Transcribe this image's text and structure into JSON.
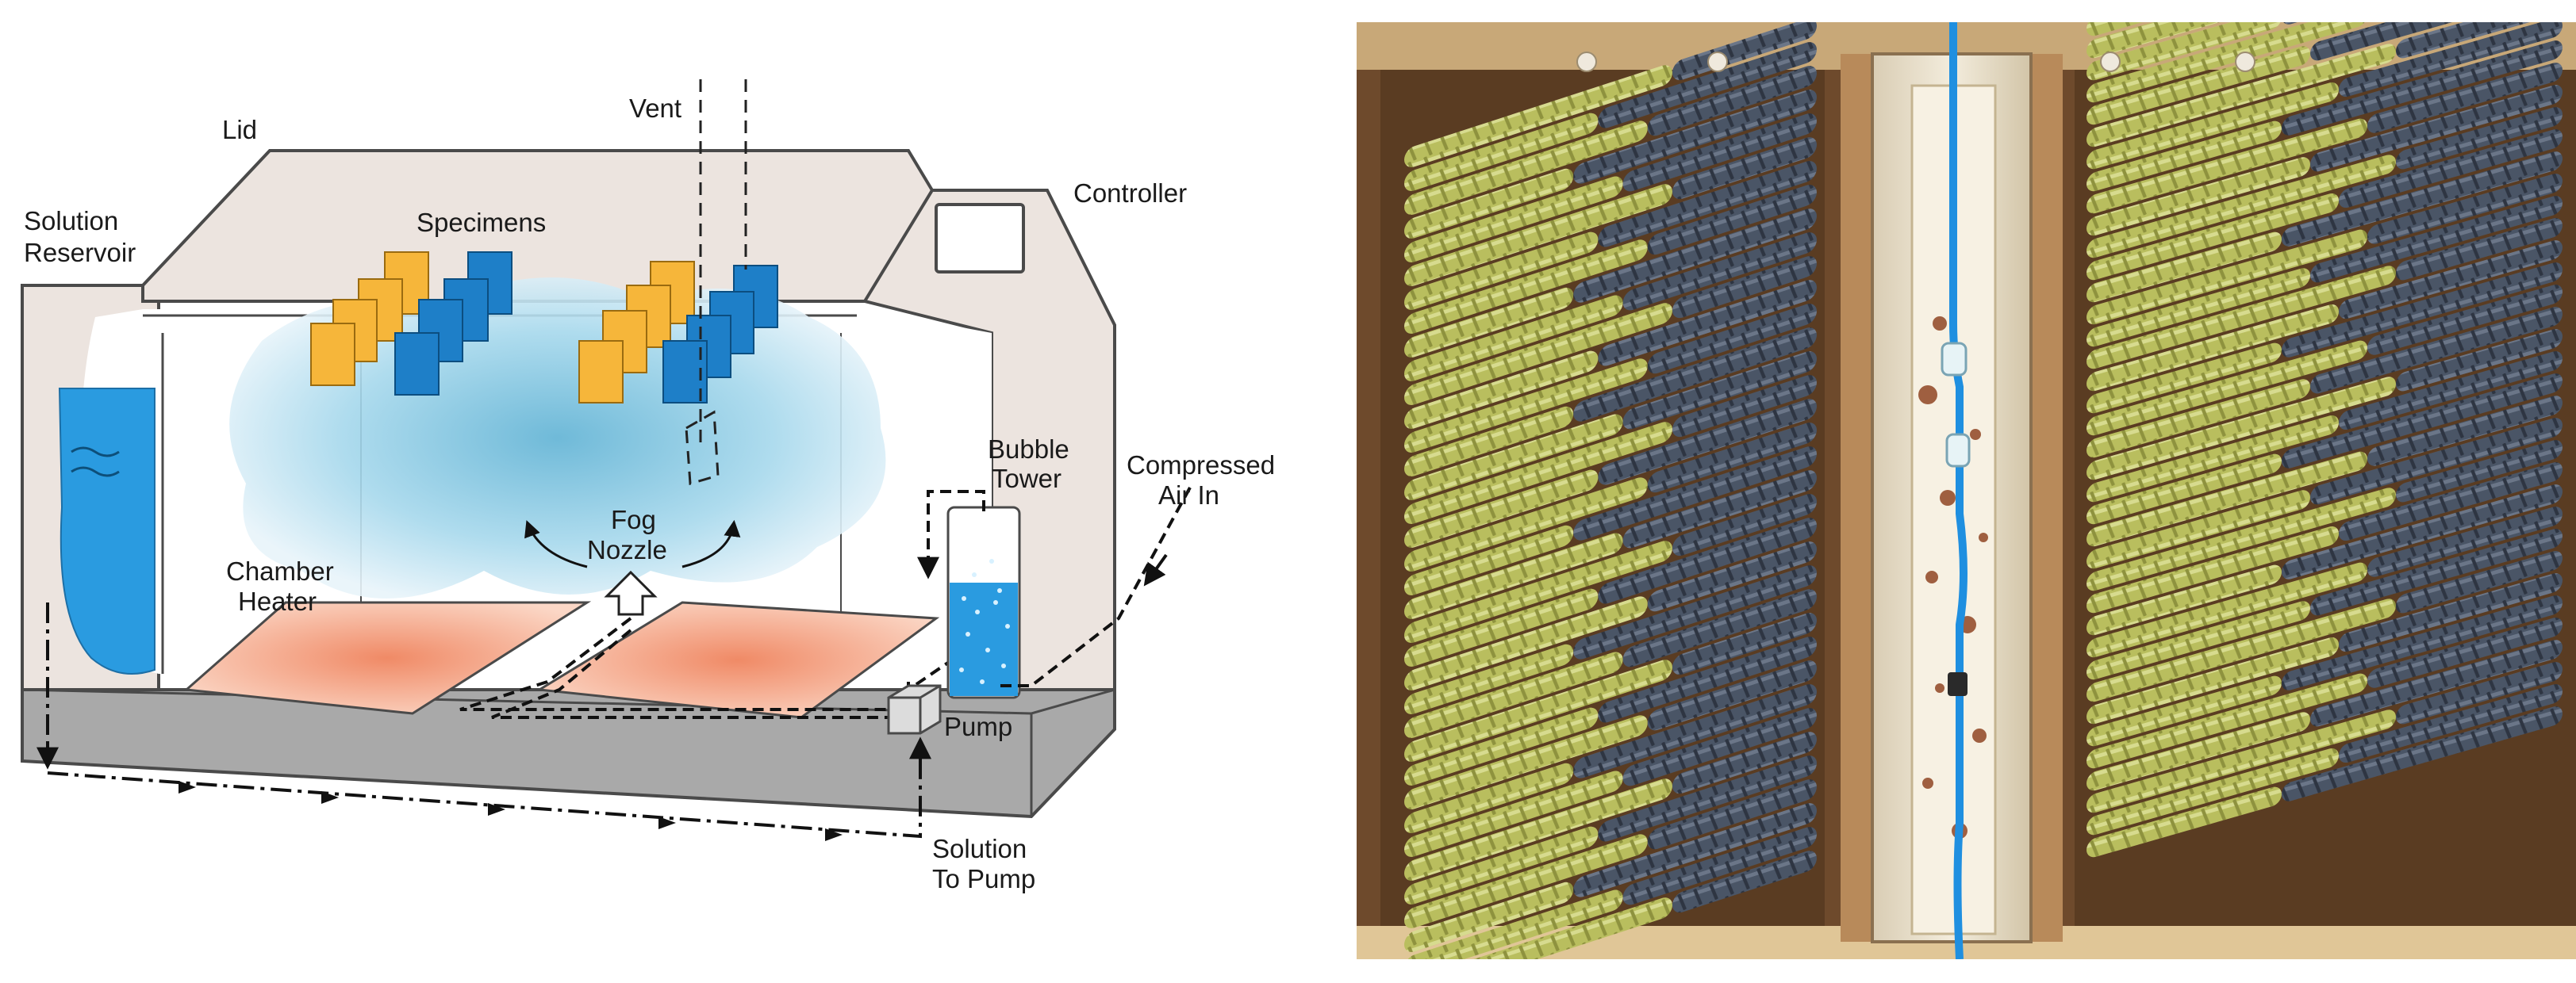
{
  "diagram": {
    "labels": {
      "lid": "Lid",
      "vent": "Vent",
      "controller": "Controller",
      "solution_reservoir_line1": "Solution",
      "solution_reservoir_line2": "Reservoir",
      "specimens": "Specimens",
      "bubble_tower_line1": "Bubble",
      "bubble_tower_line2": "Tower",
      "compressed_air_line1": "Compressed",
      "compressed_air_line2": "Air In",
      "fog_nozzle_line1": "Fog",
      "fog_nozzle_line2": "Nozzle",
      "chamber_heater_line1": "Chamber",
      "chamber_heater_line2": "Heater",
      "pump": "Pump",
      "solution_to_pump_line1": "Solution",
      "solution_to_pump_line2": "To Pump"
    },
    "colors": {
      "chamber": "#ece4df",
      "outline": "#4a4a4a",
      "base": "#a9a9a9",
      "water": "#2a9be0",
      "fog": "#9ed3ea",
      "heater": "#f6b59b",
      "specimen_yellow": "#f6b63a",
      "specimen_blue": "#1e7fc8"
    }
  },
  "photo": {
    "colors": {
      "box": "#7a5a3a",
      "rebar_steel": "#4a5566",
      "rebar_gfrp": "#c3c86a",
      "channel": "#efe6d2",
      "tube": "#1f8fe0"
    }
  }
}
